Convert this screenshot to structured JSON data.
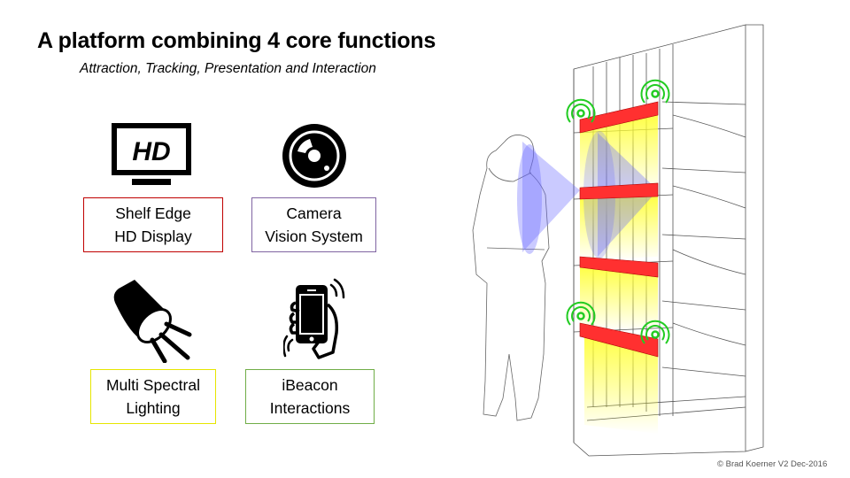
{
  "slide": {
    "title": "A platform combining 4 core functions",
    "subtitle": "Attraction, Tracking, Presentation and Interaction",
    "credit": "© Brad Koerner V2  Dec-2016"
  },
  "functions": [
    {
      "line1": "Shelf Edge",
      "line2": "HD Display",
      "icon": "hd-tv-icon",
      "border": "#c00000"
    },
    {
      "line1": "Camera",
      "line2": "Vision System",
      "icon": "camera-lens-icon",
      "border": "#8064a2"
    },
    {
      "line1": "Multi Spectral",
      "line2": "Lighting",
      "icon": "spotlight-icon",
      "border": "#e6e600"
    },
    {
      "line1": "iBeacon",
      "line2": "Interactions",
      "icon": "smartphone-beacon-icon",
      "border": "#70ad47"
    }
  ],
  "illustration": {
    "display_color": "#ff3030",
    "beacon_color": "#22cc22",
    "camera_cone_color": "#6666ff",
    "light_color": "#ffff33"
  }
}
